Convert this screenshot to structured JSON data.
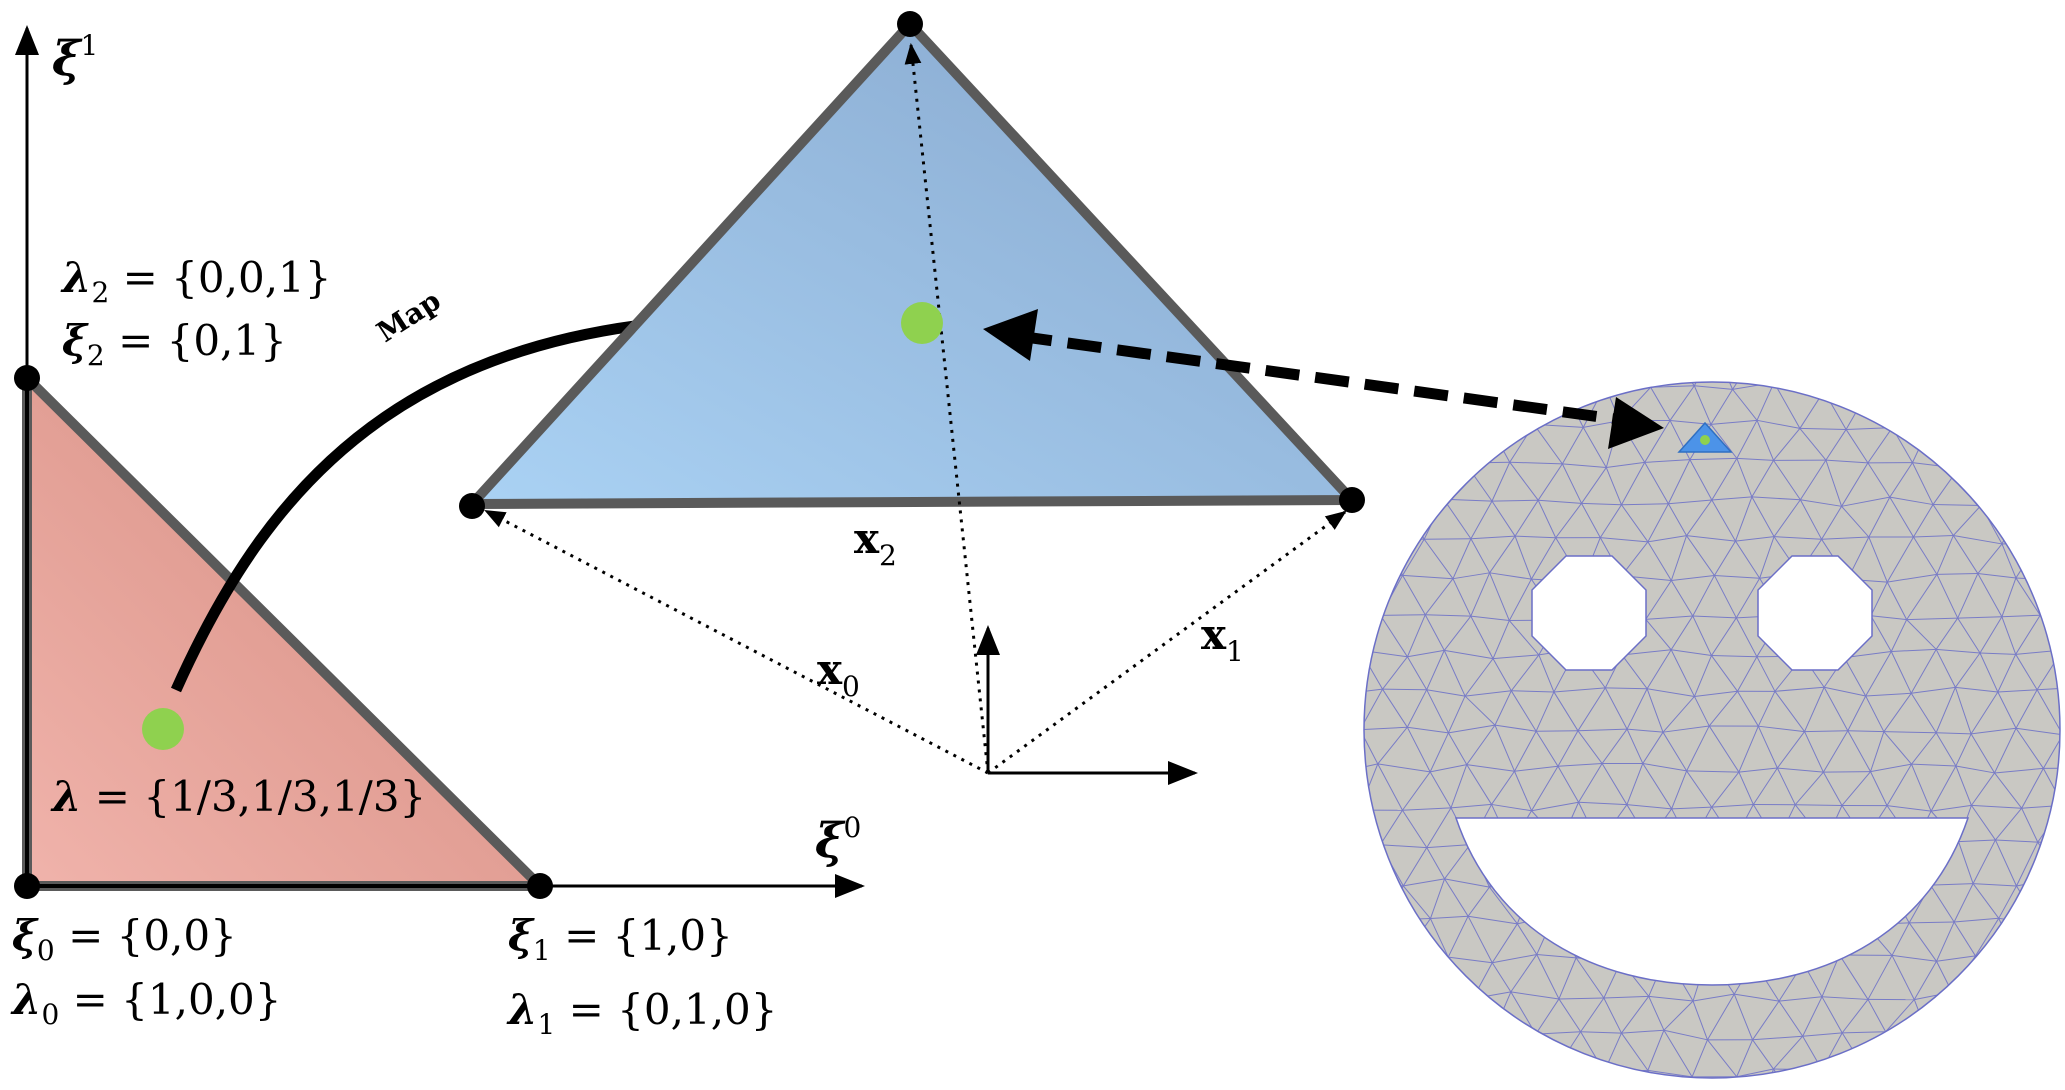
{
  "colors": {
    "reference_fill_dark": "#d48a7e",
    "reference_fill_light": "#f0b3ab",
    "physical_fill_dark": "#86a6cc",
    "physical_fill_light": "#aad2f4",
    "edge_gray": "#5a5a5a",
    "point_green": "#8fd14f",
    "mesh_fill": "#c9c8c3",
    "mesh_line": "#6b6fc7",
    "highlight_blue": "#4c93e8"
  },
  "reference": {
    "axis_xi1": {
      "sym": "ξ",
      "sup": "1"
    },
    "axis_xi0": {
      "sym": "ξ",
      "sup": "0"
    },
    "v2_lambda": {
      "sym": "λ",
      "sub": "2",
      "val": " = {0,0,1}"
    },
    "v2_xi": {
      "sym": "ξ",
      "sub": "2",
      "val": " = {0,1}"
    },
    "v0_xi": {
      "sym": "ξ",
      "sub": "0",
      "val": " = {0,0}"
    },
    "v0_lambda": {
      "sym": "λ",
      "sub": "0",
      "val": " = {1,0,0}"
    },
    "v1_xi": {
      "sym": "ξ",
      "sub": "1",
      "val": " = {1,0}"
    },
    "v1_lambda": {
      "sym": "λ",
      "sub": "1",
      "val": " = {0,1,0}"
    },
    "centroid": {
      "sym": "λ",
      "val": " = {1/3,1/3,1/3}"
    }
  },
  "map_label": "Map",
  "physical": {
    "x0": {
      "sym": "x",
      "sub": "0"
    },
    "x1": {
      "sym": "x",
      "sub": "1"
    },
    "x2": {
      "sym": "x",
      "sub": "2"
    }
  }
}
